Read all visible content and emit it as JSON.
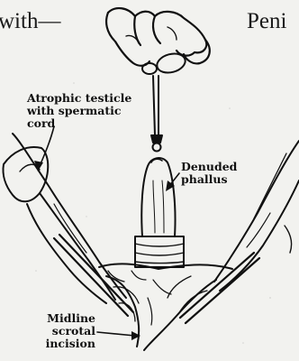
{
  "header": {
    "left_fragment": "with—",
    "right_fragment": "Peni"
  },
  "labels": {
    "atrophic_testicle": [
      "Atrophic testicle",
      "with spermatic",
      "cord"
    ],
    "denuded_phallus": [
      "Denuded",
      "phallus"
    ],
    "midline_incision": [
      "Midline",
      "scrotal",
      "incision"
    ]
  }
}
